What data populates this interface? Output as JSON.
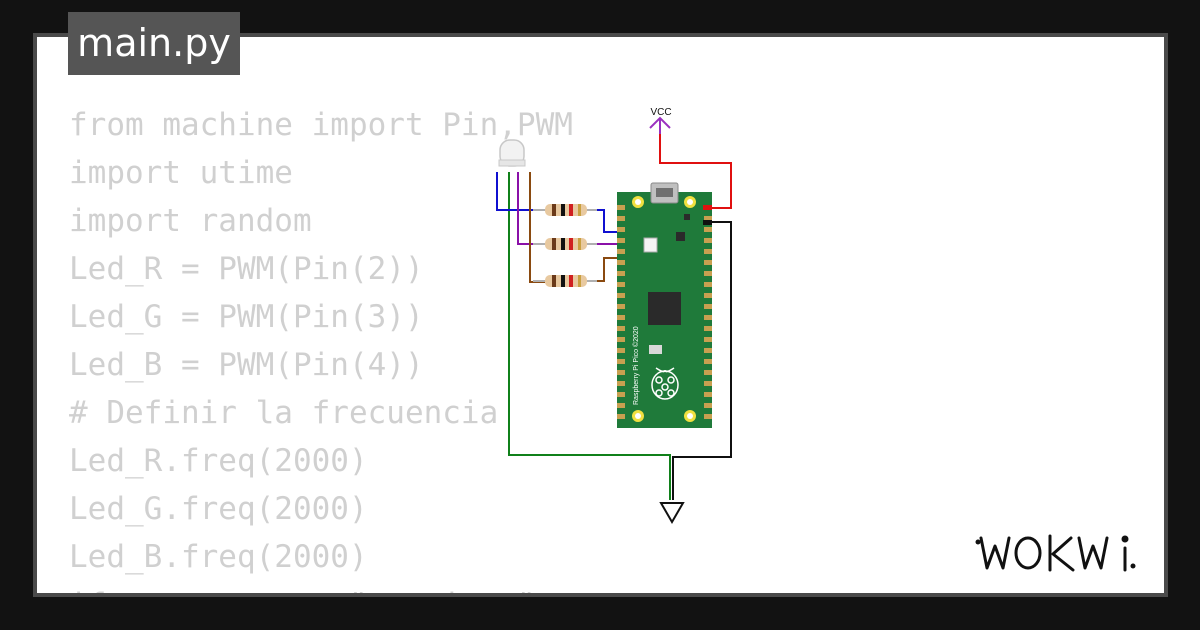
{
  "file_tab": {
    "name": "main.py"
  },
  "code": {
    "lines": [
      "from machine import Pin,PWM",
      "import utime",
      "import random",
      "Led_R = PWM(Pin(2))",
      "Led_G = PWM(Pin(3))",
      "Led_B = PWM(Pin(4))",
      "# Definir la frecuencia",
      "Led_R.freq(2000)",
      "Led_G.freq(2000)",
      "Led_B.freq(2000)",
      "if __name__ == \"__main__\":"
    ]
  },
  "circuit": {
    "vcc_label": "VCC",
    "board_label": "Raspberry Pi Pico ©2020",
    "wire_colors": {
      "vcc": "#e01010",
      "gnd": "#101010",
      "red": "#1010d0",
      "green": "#8a10a8",
      "blue": "#8a4a10",
      "common": "#10801a",
      "vcc_symbol": "#9a30c0"
    }
  },
  "brand": {
    "name": "WOKWi"
  },
  "colors": {
    "background": "#121212",
    "card": "#ffffff",
    "tab": "#555555",
    "code_text": "#d0d0d0",
    "board_green": "#1f7a3a"
  }
}
